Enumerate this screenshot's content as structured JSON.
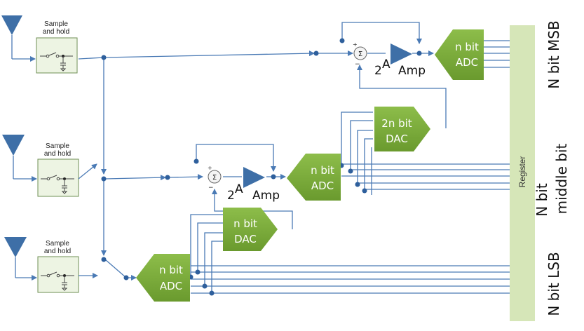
{
  "sample_hold": {
    "stage1": {
      "line1": "Sample",
      "line2": "and hold"
    },
    "stage2": {
      "line1": "Sample",
      "line2": "and hold"
    },
    "stage3": {
      "line1": "Sample",
      "line2": "and hold"
    }
  },
  "blocks": {
    "adc_msb": {
      "line1": "n bit",
      "line2": "ADC"
    },
    "dac_2n": {
      "line1": "2n bit",
      "line2": "DAC"
    },
    "adc_mid": {
      "line1": "n bit",
      "line2": "ADC"
    },
    "dac_n": {
      "line1": "n bit",
      "line2": "DAC"
    },
    "adc_lsb": {
      "line1": "n bit",
      "line2": "ADC"
    }
  },
  "amplifiers": {
    "top": {
      "gain_base": "2",
      "gain_exp": "A",
      "label": "Amp"
    },
    "middle": {
      "gain_base": "2",
      "gain_exp": "A",
      "label": "Amp"
    }
  },
  "summers": {
    "symbol": "Σ",
    "plus": "+",
    "minus": "−"
  },
  "register": {
    "label": "Register"
  },
  "side_labels": {
    "msb": "N bit MSB",
    "middle_line1": "N bit",
    "middle_line2": "middle bit",
    "lsb": "N bit LSB"
  },
  "colors": {
    "wire": "#4a7ab5",
    "antenna": "#3e6fa7",
    "block_green": "#7aab3a",
    "register_fill": "#d6e6b8",
    "sh_fill": "#edf4e3"
  }
}
